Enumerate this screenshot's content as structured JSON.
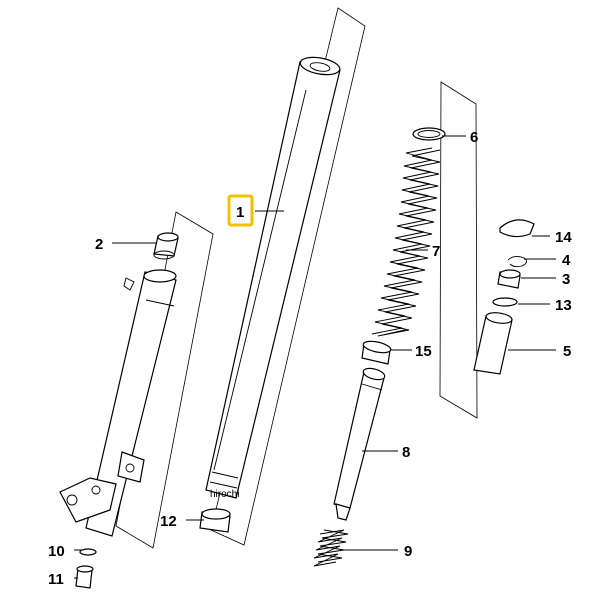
{
  "callouts": {
    "c1": "1",
    "c2": "2",
    "c3": "3",
    "c4": "4",
    "c5": "5",
    "c6": "6",
    "c7": "7",
    "c8": "8",
    "c9": "9",
    "c10": "10",
    "c11": "11",
    "c12": "12",
    "c13": "13",
    "c14": "14",
    "c15": "15"
  },
  "highlighted_callout": "1",
  "highlight_color": "#f2c200",
  "watermark": "hirochi"
}
